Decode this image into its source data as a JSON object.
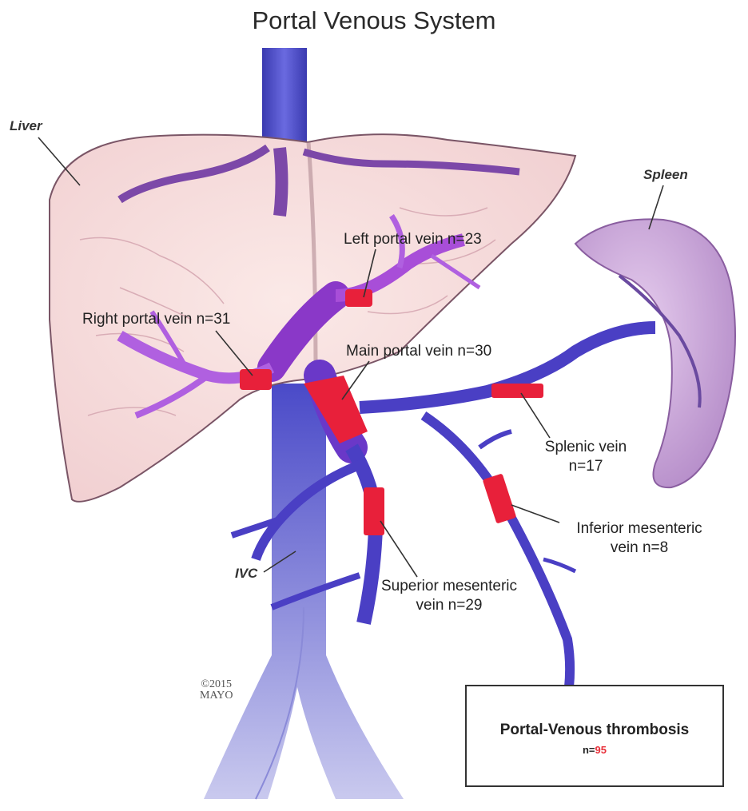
{
  "title": "Portal Venous System",
  "organs": {
    "liver": "Liver",
    "spleen": "Spleen",
    "ivc": "IVC"
  },
  "labels": {
    "left_portal_vein": "Left portal vein n=23",
    "right_portal_vein": "Right portal vein n=31",
    "main_portal_vein": "Main portal vein n=30",
    "splenic_vein_line1": "Splenic vein",
    "splenic_vein_line2": "n=17",
    "inferior_mesenteric_line1": "Inferior mesenteric",
    "inferior_mesenteric_line2": "vein n=8",
    "superior_mesenteric_line1": "Superior mesenteric",
    "superior_mesenteric_line2": "vein n=29"
  },
  "copyright": {
    "line1": "©2015",
    "line2": "MAYO"
  },
  "summary": {
    "title": "Portal-Venous thrombosis",
    "count_prefix": "n=",
    "count_value": "95"
  },
  "colors": {
    "liver_fill": "#f7dede",
    "vein_blue": "#4a3fc4",
    "vein_purple": "#9b3fd0",
    "thrombus_red": "#e8203a",
    "spleen_fill": "#c9a2d6",
    "summary_accent": "#e8303a"
  }
}
